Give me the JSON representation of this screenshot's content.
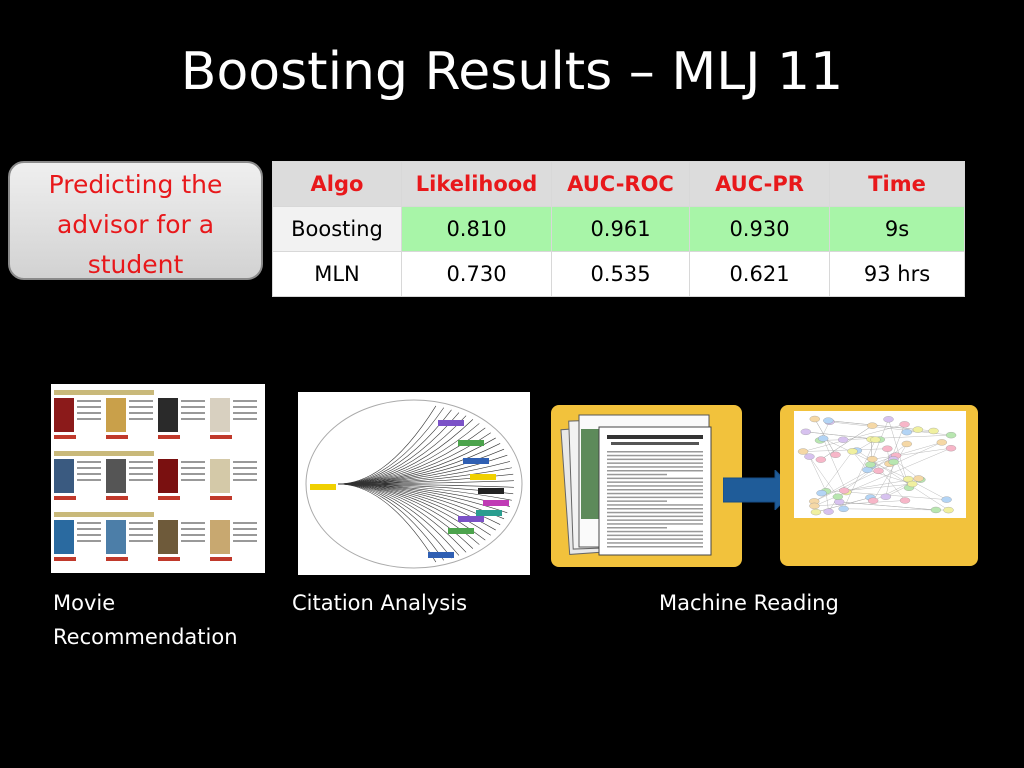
{
  "slide": {
    "title": "Boosting Results – MLJ 11",
    "callout": "Predicting the advisor for a student"
  },
  "table": {
    "headers": [
      "Algo",
      "Likelihood",
      "AUC-ROC",
      "AUC-PR",
      "Time"
    ],
    "rows": [
      {
        "algo": "Boosting",
        "likelihood": "0.810",
        "auc_roc": "0.961",
        "auc_pr": "0.930",
        "time": "9s"
      },
      {
        "algo": "MLN",
        "likelihood": "0.730",
        "auc_roc": "0.535",
        "auc_pr": "0.621",
        "time": "93 hrs"
      }
    ]
  },
  "images": {
    "movie_label": "Movie Recommendation",
    "citation_label": "Citation Analysis",
    "machine_label": "Machine Reading"
  },
  "colors": {
    "background": "#000000",
    "header_text": "#e8181b",
    "highlight_row": "#a8f5a8",
    "panel_gold": "#f2c23c",
    "arrow_blue": "#1f5c99"
  }
}
